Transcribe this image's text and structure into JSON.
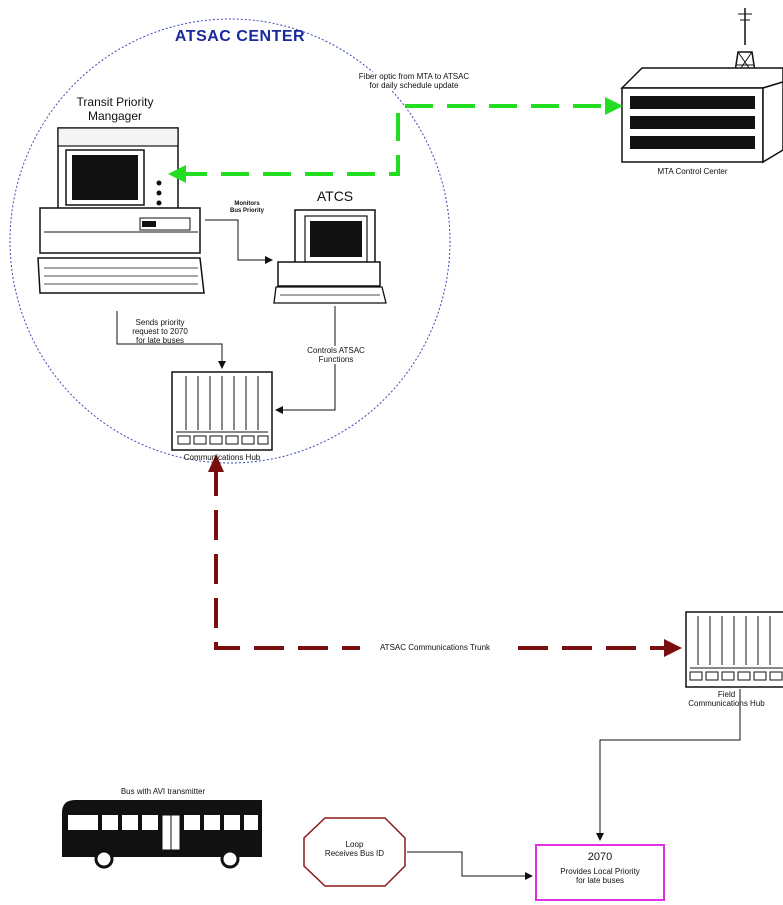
{
  "colors": {
    "center_title": "#1a2a9c",
    "circle_outline": "#3b4bb0",
    "fiber_line": "#22dd22",
    "trunk_line": "#7a0d0d",
    "hub_2070_border": "#e030e0",
    "loop_border": "#8a1a1a"
  },
  "atsac_center": {
    "title": "ATSAC CENTER",
    "transit_priority_manager": "Transit Priority\nMangager",
    "atcs": "ATCS",
    "monitors_label": "Monitors\nBus Priority",
    "sends_priority_label": "Sends priority\nrequest to 2070\nfor late buses",
    "controls_label": "Controls ATSAC\nFunctions",
    "communications_hub": "Communications Hub"
  },
  "fiber_label": "Fiber optic from MTA to ATSAC\nfor daily schedule update",
  "mta": {
    "label": "MTA Control Center",
    "icon": "antenna-tower-building"
  },
  "trunk_label": "ATSAC Communications Trunk",
  "field_hub": {
    "label": "Field\nCommunications Hub"
  },
  "bus": {
    "label": "Bus with AVI transmitter",
    "icon": "bus-icon"
  },
  "loop": {
    "label": "Loop\nReceives Bus ID"
  },
  "controller_2070": {
    "title": "2070",
    "description": "Provides Local Priority\nfor late buses"
  }
}
